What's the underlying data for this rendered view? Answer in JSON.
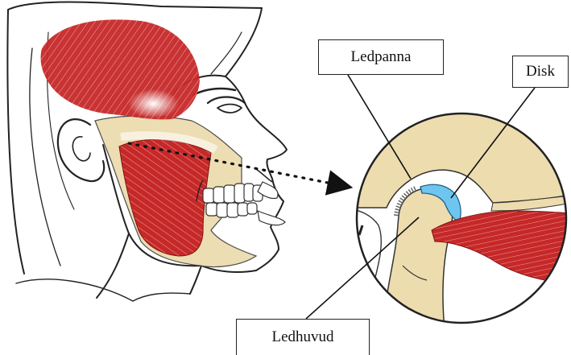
{
  "labels": {
    "ledpanna": "Ledpanna",
    "disk": "Disk",
    "ledhuvud": "Ledhuvud"
  },
  "colors": {
    "muscle": "#c62828",
    "muscle_fibre": "#ef9a9a",
    "bone": "#eddcae",
    "disc": "#6ec6f0",
    "outline": "#222222"
  }
}
